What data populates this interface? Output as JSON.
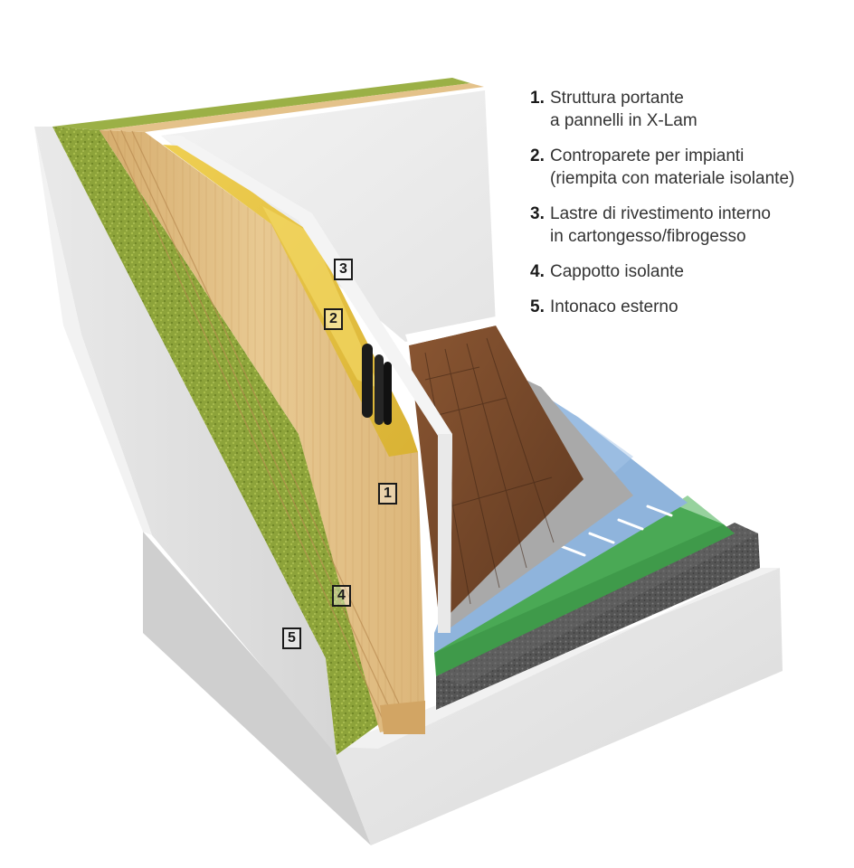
{
  "legend": {
    "items": [
      {
        "number": "1.",
        "lines": [
          "Struttura portante",
          "a pannelli in X-Lam"
        ]
      },
      {
        "number": "2.",
        "lines": [
          "Controparete per impianti",
          "(riempita con materiale isolante)"
        ]
      },
      {
        "number": "3.",
        "lines": [
          "Lastre di rivestimento interno",
          "in cartongesso/fibrogesso"
        ]
      },
      {
        "number": "4.",
        "lines": [
          "Cappotto isolante"
        ]
      },
      {
        "number": "5.",
        "lines": [
          "Intonaco esterno"
        ]
      }
    ]
  },
  "callouts": [
    "1",
    "2",
    "3",
    "4",
    "5"
  ],
  "colors": {
    "plaster": "#e4e4e4",
    "insulation_green": "#8da33a",
    "xlam_wood": "#e2c18a",
    "mineral_wool": "#e8c240",
    "gypsum_board": "#f4f4f4",
    "floor_wood": "#7a4a2a",
    "screed": "#a9a9a9",
    "floor_insulation_blue": "#8fb4dc",
    "membrane_green": "#3f9a4a",
    "gravel": "#5a5a5a",
    "base": "#e6e6e6"
  }
}
